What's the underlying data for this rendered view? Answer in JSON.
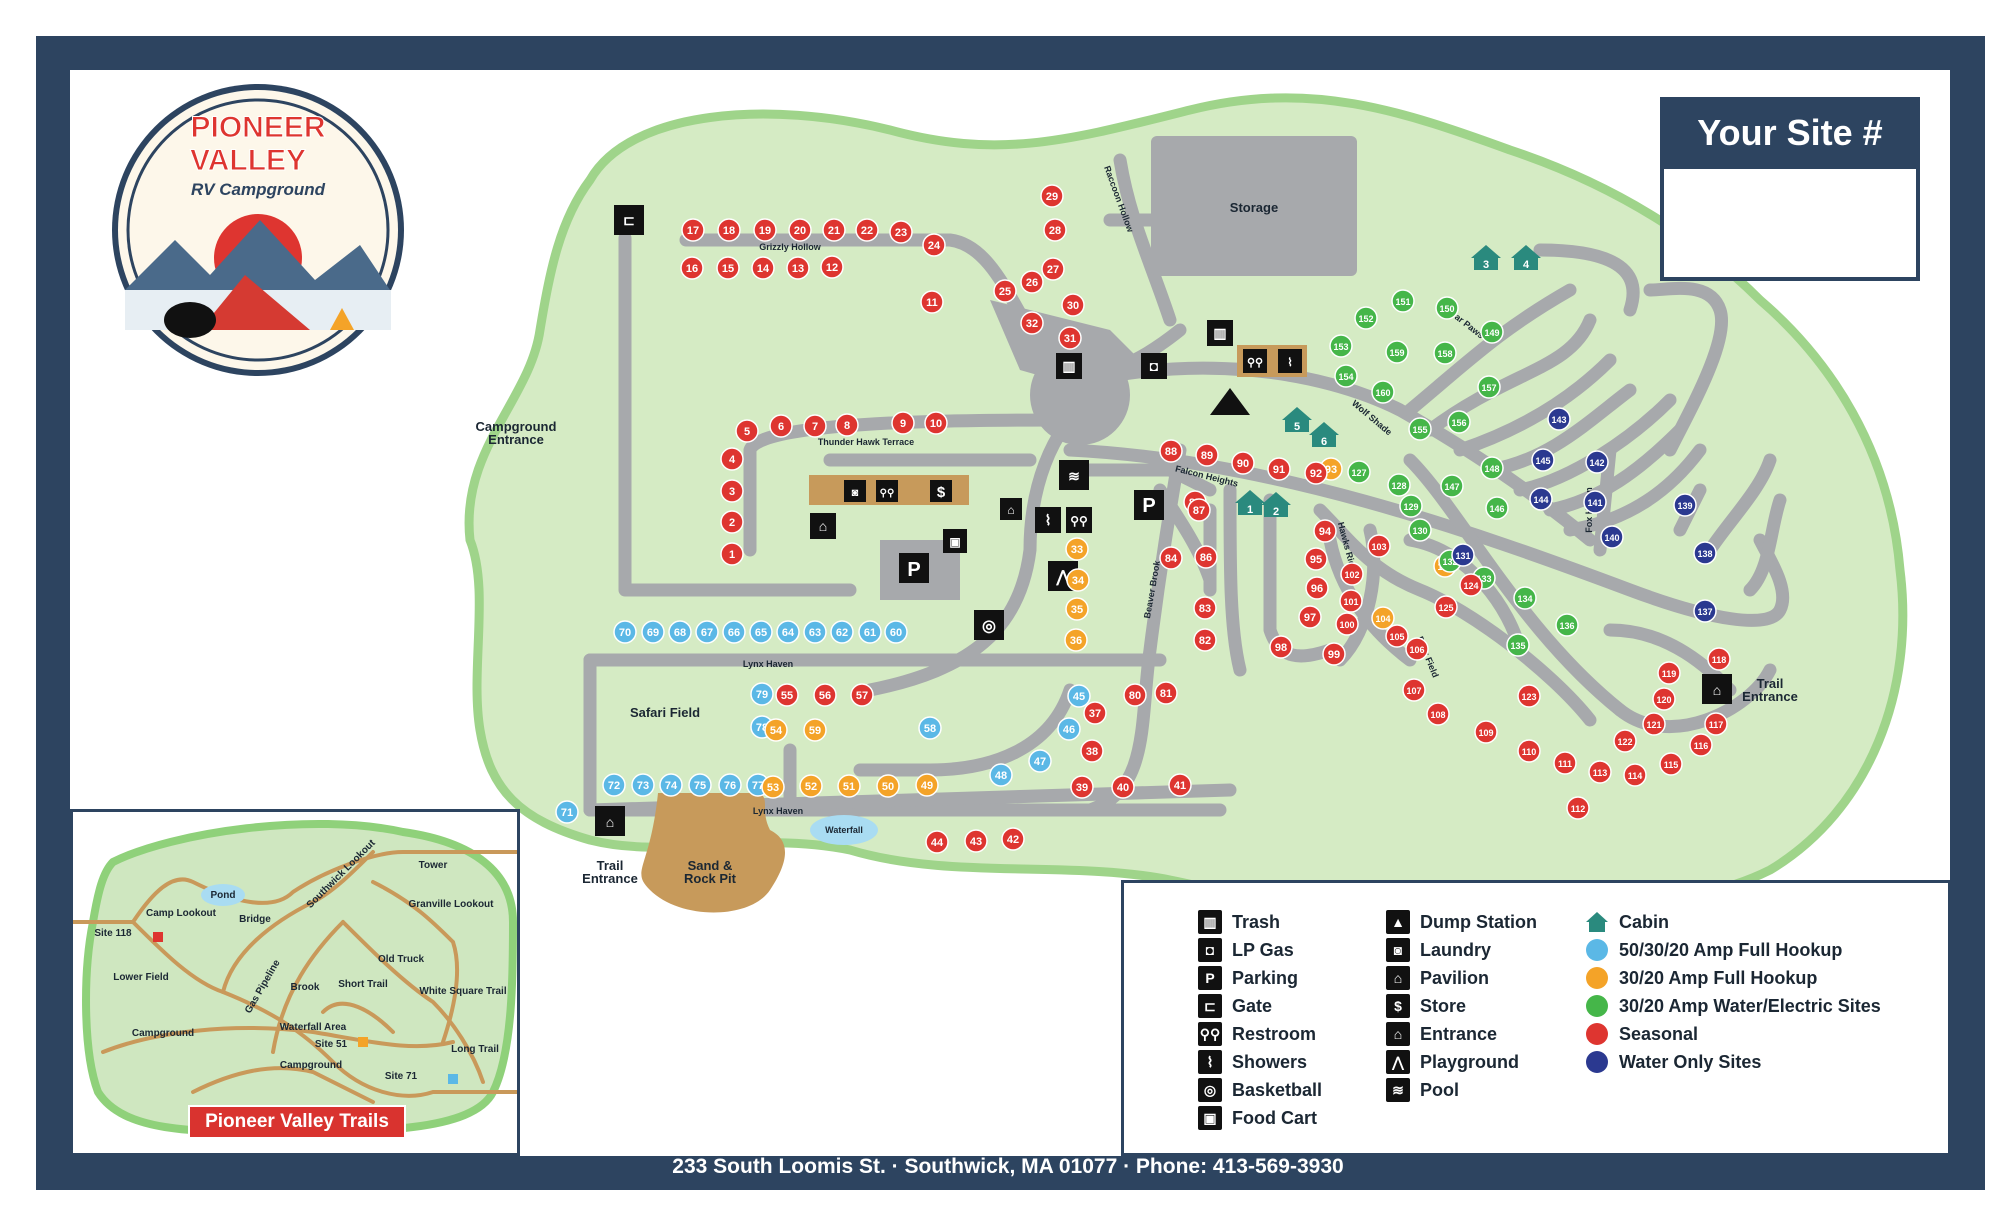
{
  "logo": {
    "line1": "PIONEER",
    "line2": "VALLEY",
    "line3": "RV Campground"
  },
  "site_box": {
    "title": "Your Site #"
  },
  "address": "233 South Loomis St. · Southwick, MA 01077 · Phone: 413-569-3930",
  "areas": {
    "storage": "Storage",
    "campground_entrance": [
      "Campground",
      "Entrance"
    ],
    "trail_entrance": [
      "Trail",
      "Entrance"
    ],
    "safari_field": "Safari Field",
    "sand_rock_pit": [
      "Sand &",
      "Rock Pit"
    ],
    "waterfall": "Waterfall"
  },
  "roads": [
    {
      "text": "Grizzly Hollow"
    },
    {
      "text": "Raccoon Hollow"
    },
    {
      "text": "Thunder Hawk Terrace"
    },
    {
      "text": "Falcon Heights"
    },
    {
      "text": "Beaver Brook"
    },
    {
      "text": "Lynx Haven"
    },
    {
      "text": "Lynx Haven"
    },
    {
      "text": "Wolf Shade"
    },
    {
      "text": "Bear Paws"
    },
    {
      "text": "Fox Haven"
    },
    {
      "text": "Hawks Ridge"
    },
    {
      "text": "Deer Field"
    }
  ],
  "sites": {
    "full_50_30_20": [
      "70",
      "69",
      "68",
      "67",
      "66",
      "65",
      "64",
      "63",
      "62",
      "61",
      "60",
      "79",
      "78",
      "58",
      "45",
      "46",
      "47",
      "48",
      "72",
      "73",
      "74",
      "75",
      "76",
      "77",
      "71"
    ],
    "full_30_20": [
      "33",
      "34",
      "35",
      "36",
      "54",
      "59",
      "53",
      "52",
      "51",
      "50",
      "49",
      "93",
      "104",
      "126"
    ],
    "water_electric_30_20": [
      "151",
      "150",
      "152",
      "149",
      "153",
      "159",
      "158",
      "154",
      "157",
      "160",
      "155",
      "156",
      "127",
      "148",
      "128",
      "147",
      "129",
      "146",
      "130",
      "132",
      "133",
      "134",
      "136",
      "135"
    ],
    "seasonal": [
      "17",
      "18",
      "19",
      "20",
      "21",
      "22",
      "23",
      "24",
      "16",
      "15",
      "14",
      "13",
      "12",
      "29",
      "28",
      "27",
      "25",
      "26",
      "11",
      "30",
      "32",
      "31",
      "5",
      "6",
      "7",
      "8",
      "9",
      "10",
      "4",
      "3",
      "2",
      "1",
      "88",
      "89",
      "90",
      "91",
      "92",
      "85",
      "87",
      "94",
      "84",
      "86",
      "103",
      "95",
      "102",
      "96",
      "101",
      "97",
      "100",
      "105",
      "125",
      "124",
      "98",
      "99",
      "106",
      "83",
      "82",
      "55",
      "56",
      "57",
      "80",
      "81",
      "37",
      "38",
      "39",
      "40",
      "41",
      "44",
      "43",
      "42",
      "107",
      "108",
      "123",
      "109",
      "110",
      "111",
      "113",
      "114",
      "115",
      "112",
      "119",
      "118",
      "120",
      "117",
      "121",
      "122",
      "116"
    ],
    "water_only": [
      "143",
      "145",
      "142",
      "144",
      "141",
      "131",
      "140",
      "139",
      "138",
      "137"
    ],
    "cabins": [
      "3",
      "4",
      "5",
      "6",
      "1",
      "2"
    ]
  },
  "legend": {
    "col1": [
      "Trash",
      "LP Gas",
      "Parking",
      "Gate",
      "Restroom",
      "Showers",
      "Basketball",
      "Food Cart"
    ],
    "col2": [
      "Dump Station",
      "Laundry",
      "Pavilion",
      "Store",
      "Entrance",
      "Playground",
      "Pool"
    ],
    "col3": [
      "Cabin",
      "50/30/20 Amp Full Hookup",
      "30/20 Amp Full Hookup",
      "30/20 Amp Water/Electric Sites",
      "Seasonal",
      "Water Only Sites"
    ],
    "icon_glyphs": {
      "Parking": "P",
      "Store": "$",
      "Basketball": "◎",
      "Food Cart": "▣",
      "Trash": "▥",
      "LP Gas": "◘",
      "Gate": "⊏",
      "Restroom": "⚲⚲",
      "Showers": "⌇",
      "Dump Station": "▲",
      "Laundry": "◙",
      "Pavilion": "⌂",
      "Entrance": "⌂",
      "Playground": "⋀",
      "Pool": "≋"
    }
  },
  "colors": {
    "full_50_30_20": "#5bb8e6",
    "full_30_20": "#f4a328",
    "water_electric_30_20": "#45b649",
    "seasonal": "#de3530",
    "water_only": "#2b3990",
    "cabin": "#2a8a7e",
    "frame": "#2d4460",
    "grass": "#d5ebc4",
    "grass_border": "#9fd48a",
    "road": "#a7a9ac",
    "building": "#c79a5b",
    "sand_pit": "#c79a5b",
    "water": "#a9dcf2"
  },
  "trails_map": {
    "title": "Pioneer Valley Trails",
    "labels": [
      "Tower",
      "Southwick Lookout",
      "Pond",
      "Camp Lookout",
      "Bridge",
      "Granville Lookout",
      "Site 118",
      "Old Truck",
      "Lower Field",
      "Brook",
      "Short Trail",
      "White Square Trail",
      "Gas Pipeline",
      "Waterfall Area",
      "Campground",
      "Site 51",
      "Long Trail",
      "Campground",
      "Site 71"
    ],
    "badges": [
      "118",
      "51",
      "71"
    ]
  }
}
